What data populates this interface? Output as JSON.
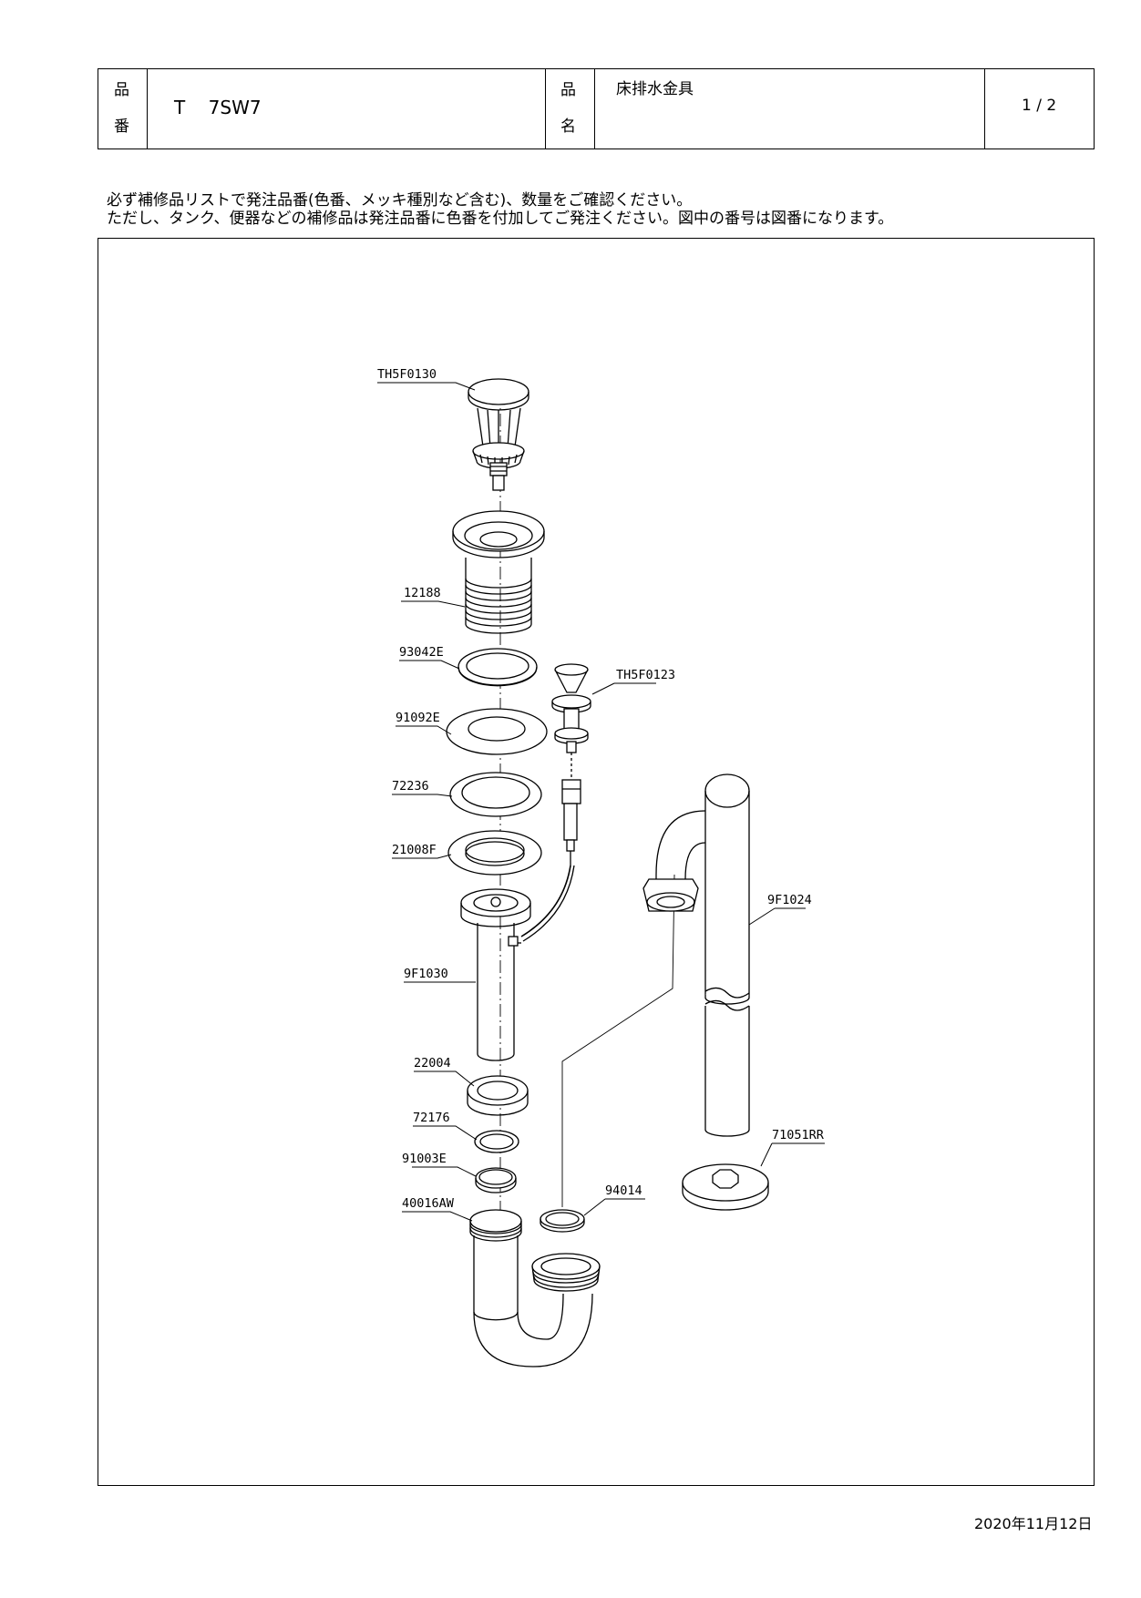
{
  "header": {
    "hinban_label_1": "品",
    "hinban_label_2": "番",
    "product_number": "T    7SW7",
    "hinmei_label_1": "品",
    "hinmei_label_2": "名",
    "product_name": "床排水金具",
    "page": "1 / 2"
  },
  "notes": [
    "必ず補修品リストで発注品番(色番、メッキ種別など含む)、数量をご確認ください。",
    "ただし、タンク、便器などの補修品は発注品番に色番を付加してご発注ください。図中の番号は図番になります。"
  ],
  "parts": [
    "TH5F0130",
    "12188",
    "93042E",
    "91092E",
    "72236",
    "21008F",
    "9F1030",
    "22004",
    "72176",
    "91003E",
    "40016AW",
    "TH5F0123",
    "9F1024",
    "71051RR",
    "94014"
  ],
  "date": "2020年11月12日"
}
